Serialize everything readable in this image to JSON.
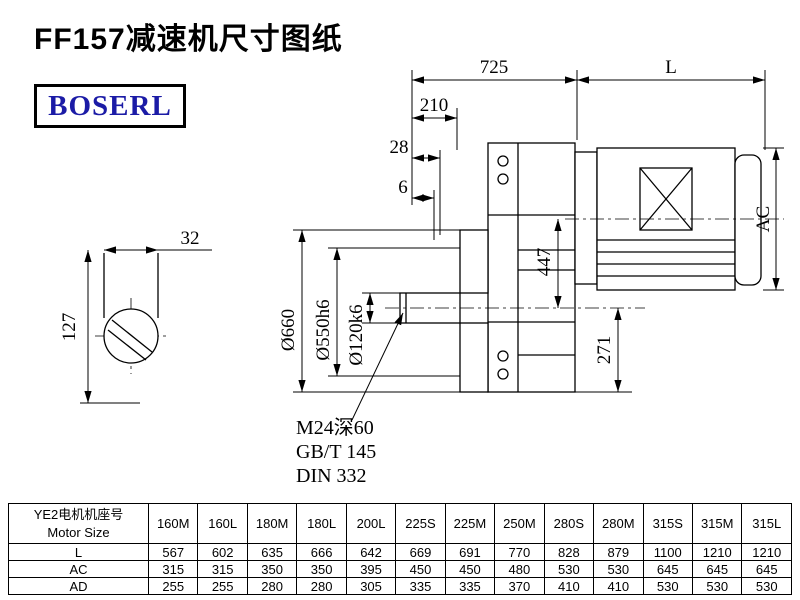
{
  "title": "FF157减速机尺寸图纸",
  "logo": "BOSERL",
  "colors": {
    "logo_text": "#1b1ba6",
    "line": "#000000",
    "background": "#ffffff"
  },
  "drawing": {
    "dim_725": "725",
    "dim_L": "L",
    "dim_210": "210",
    "dim_28": "28",
    "dim_6": "6",
    "dim_32": "32",
    "dim_127": "127",
    "dim_660": "Ø660",
    "dim_550": "Ø550h6",
    "dim_120": "Ø120k6",
    "dim_447": "447",
    "dim_271": "271",
    "dim_AC": "AC",
    "note_1": "M24深60",
    "note_2": "GB/T 145",
    "note_3": "DIN 332"
  },
  "table": {
    "header_cn": "YE2电机机座号",
    "header_en": "Motor Size",
    "columns": [
      "160M",
      "160L",
      "180M",
      "180L",
      "200L",
      "225S",
      "225M",
      "250M",
      "280S",
      "280M",
      "315S",
      "315M",
      "315L"
    ],
    "rows": [
      {
        "label": "L",
        "values": [
          "567",
          "602",
          "635",
          "666",
          "642",
          "669",
          "691",
          "770",
          "828",
          "879",
          "1100",
          "1210",
          "1210"
        ]
      },
      {
        "label": "AC",
        "values": [
          "315",
          "315",
          "350",
          "350",
          "395",
          "450",
          "450",
          "480",
          "530",
          "530",
          "645",
          "645",
          "645"
        ]
      },
      {
        "label": "AD",
        "values": [
          "255",
          "255",
          "280",
          "280",
          "305",
          "335",
          "335",
          "370",
          "410",
          "410",
          "530",
          "530",
          "530"
        ]
      }
    ]
  }
}
